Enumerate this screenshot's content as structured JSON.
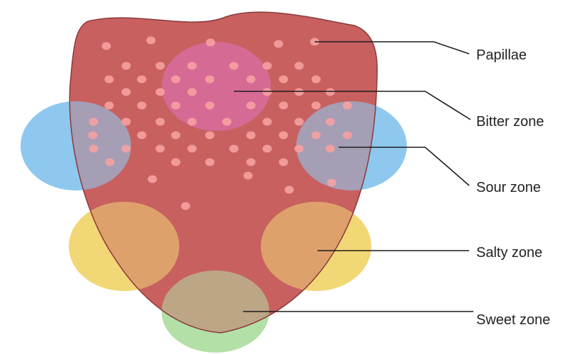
{
  "labels": {
    "papillae": "Papillae",
    "bitter": "Bitter zone",
    "sour": "Sour zone",
    "salty": "Salty zone",
    "sweet": "Sweet zone"
  },
  "colors": {
    "tongue": "#c8605f",
    "tongue_outline": "#8a3a3a",
    "papillae": "#f6a1a1",
    "bitter": "#d96ea6",
    "sour": "#8ec8ee",
    "salty": "#f2d776",
    "sweet": "#b3e0a6"
  }
}
